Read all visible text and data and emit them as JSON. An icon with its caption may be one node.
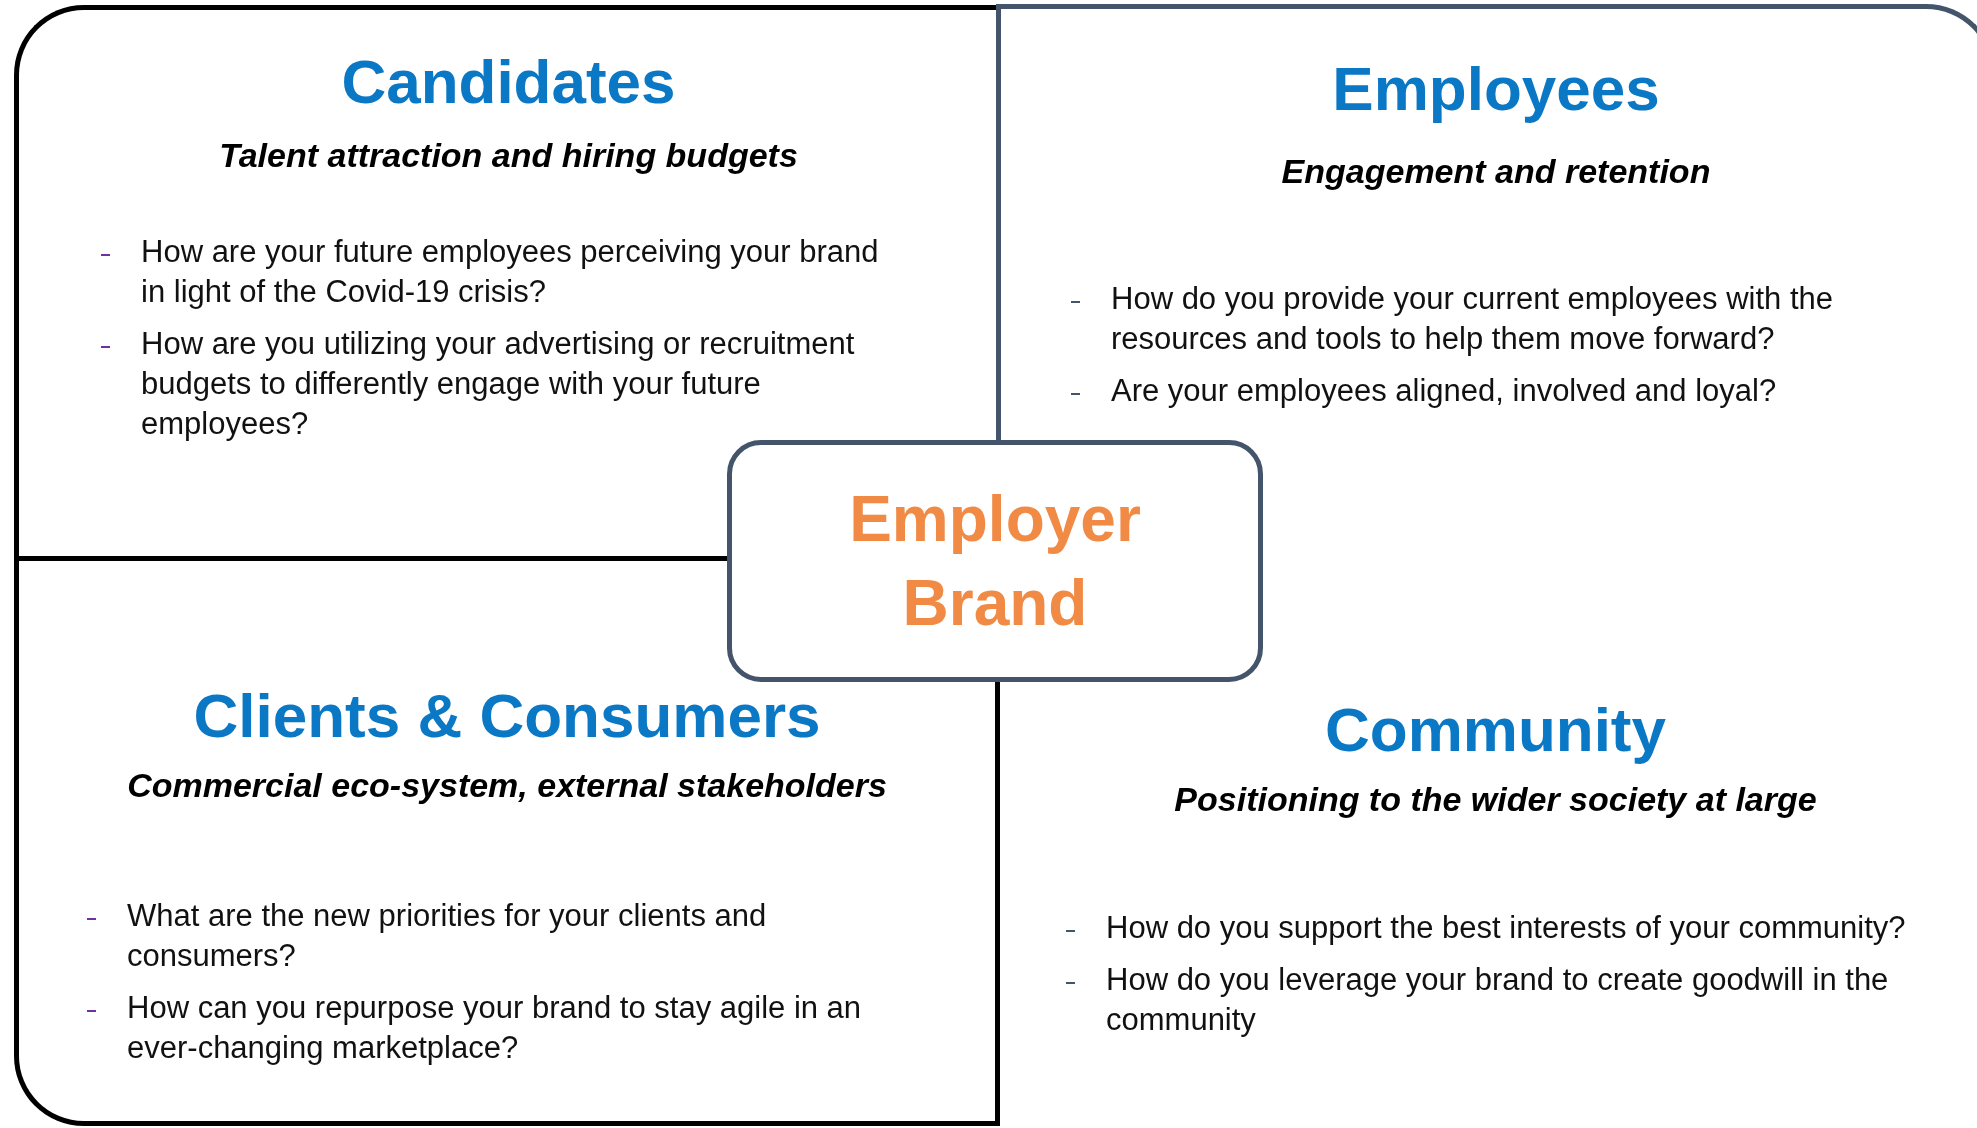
{
  "diagram": {
    "nodes": [
      {
        "text": [
          "Candidates",
          "Talent attraction and hiring budgets",
          "How are your future employees perceiving your brand in light of the Covid-19 crisis?",
          "How are you utilizing your advertising or recruitment budgets to differently engage with your future employees?"
        ]
      },
      {
        "text": [
          "Employees",
          "Engagement and retention",
          "How do you provide your current employees with the resources and tools to help them move forward?",
          "Are your employees aligned, involved and loyal?"
        ]
      },
      {
        "text": [
          "Employer Brand"
        ]
      },
      {
        "text": [
          "Clients & Consumers",
          "Commercial eco-system, external stakeholders",
          "What are the new priorities for your clients and consumers?",
          "How can you repurpose your brand to stay agile in an ever-changing marketplace?"
        ]
      },
      {
        "text": [
          "Community",
          "Positioning to the wider society at large",
          "How do you support the best interests of your community?",
          "How do you leverage your brand to create goodwill in the community"
        ]
      }
    ]
  }
}
